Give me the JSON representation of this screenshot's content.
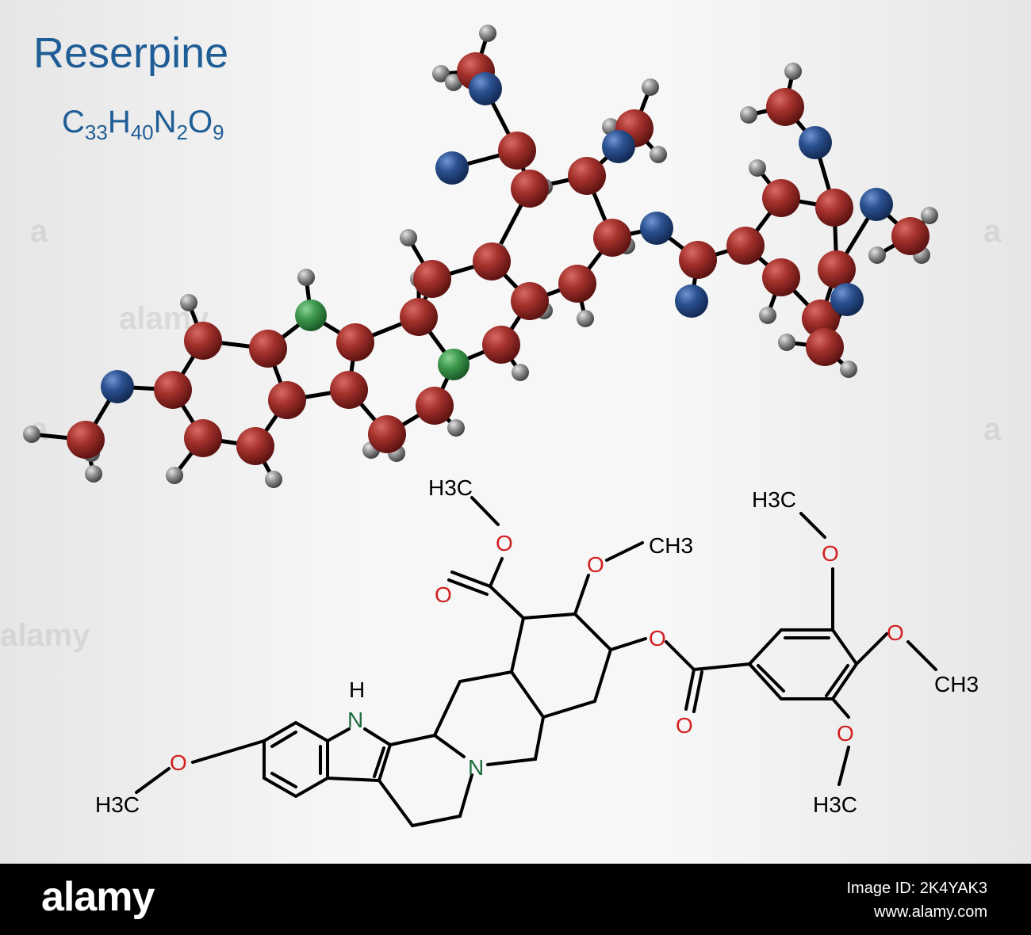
{
  "header": {
    "title": "Reserpine",
    "formula_parts": [
      "C",
      "33",
      "H",
      "40",
      "N",
      "2",
      "O",
      "9"
    ]
  },
  "colors": {
    "title": "#1f5d96",
    "carbon": "#a5312c",
    "oxygen_model": "#2b5190",
    "nitrogen_model": "#3e9a4d",
    "hydrogen": "#8e8e8e",
    "oxygen_label": "#d21f1f",
    "nitrogen_label": "#1e6e3c"
  },
  "structure_labels": {
    "h3c_ester": "H3C",
    "o_ester": "O",
    "o_carbonyl": "O",
    "o_methoxy": "O",
    "ch3_methoxy": "CH3",
    "o_ester2": "O",
    "o_carbonyl2": "O",
    "nh_n": "N",
    "nh_h": "H",
    "n_ring": "N",
    "o_indole": "O",
    "h3c_indole": "H3C",
    "h3c_top": "H3C",
    "o_top": "O",
    "o_mid": "O",
    "ch3_mid": "CH3",
    "o_bottom": "O",
    "h3c_bottom": "H3C"
  },
  "watermarks": [
    "alamy",
    "alamy",
    "a",
    "a",
    "a",
    "a"
  ],
  "footer": {
    "brand": "alamy",
    "image_id": "Image ID: 2K4YAK3",
    "site": "www.alamy.com"
  }
}
